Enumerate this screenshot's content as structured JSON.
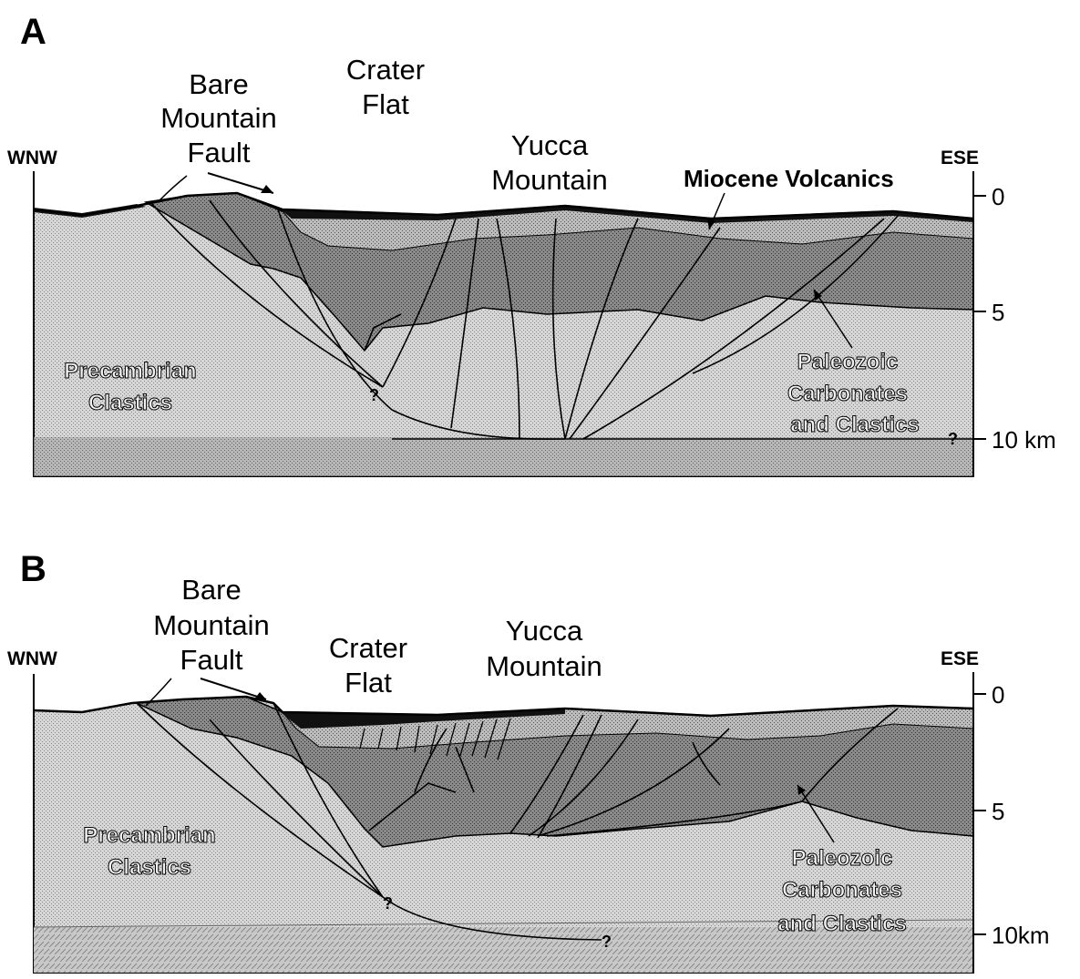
{
  "panels": [
    {
      "letter": "A",
      "bare_mountain_fault": [
        "Bare",
        "Mountain",
        "Fault"
      ],
      "crater_flat": [
        "Crater",
        "Flat"
      ],
      "yucca_mountain": [
        "Yucca",
        "Mountain"
      ],
      "miocene_volcanics": "Miocene Volcanics",
      "west": "WNW",
      "east": "ESE",
      "precambrian": [
        "Precambrian",
        "Clastics"
      ],
      "paleozoic": [
        "Paleozoic",
        "Carbonates",
        "and Clastics"
      ],
      "scale": [
        "0",
        "5",
        "10 km"
      ],
      "query": "?"
    },
    {
      "letter": "B",
      "bare_mountain_fault": [
        "Bare",
        "Mountain",
        "Fault"
      ],
      "crater_flat": [
        "Crater",
        "Flat"
      ],
      "yucca_mountain": [
        "Yucca",
        "Mountain"
      ],
      "west": "WNW",
      "east": "ESE",
      "precambrian": [
        "Precambrian",
        "Clastics"
      ],
      "paleozoic": [
        "Paleozoic",
        "Carbonates",
        "and Clastics"
      ],
      "scale": [
        "0",
        "5",
        "10km"
      ],
      "query": "?"
    }
  ]
}
